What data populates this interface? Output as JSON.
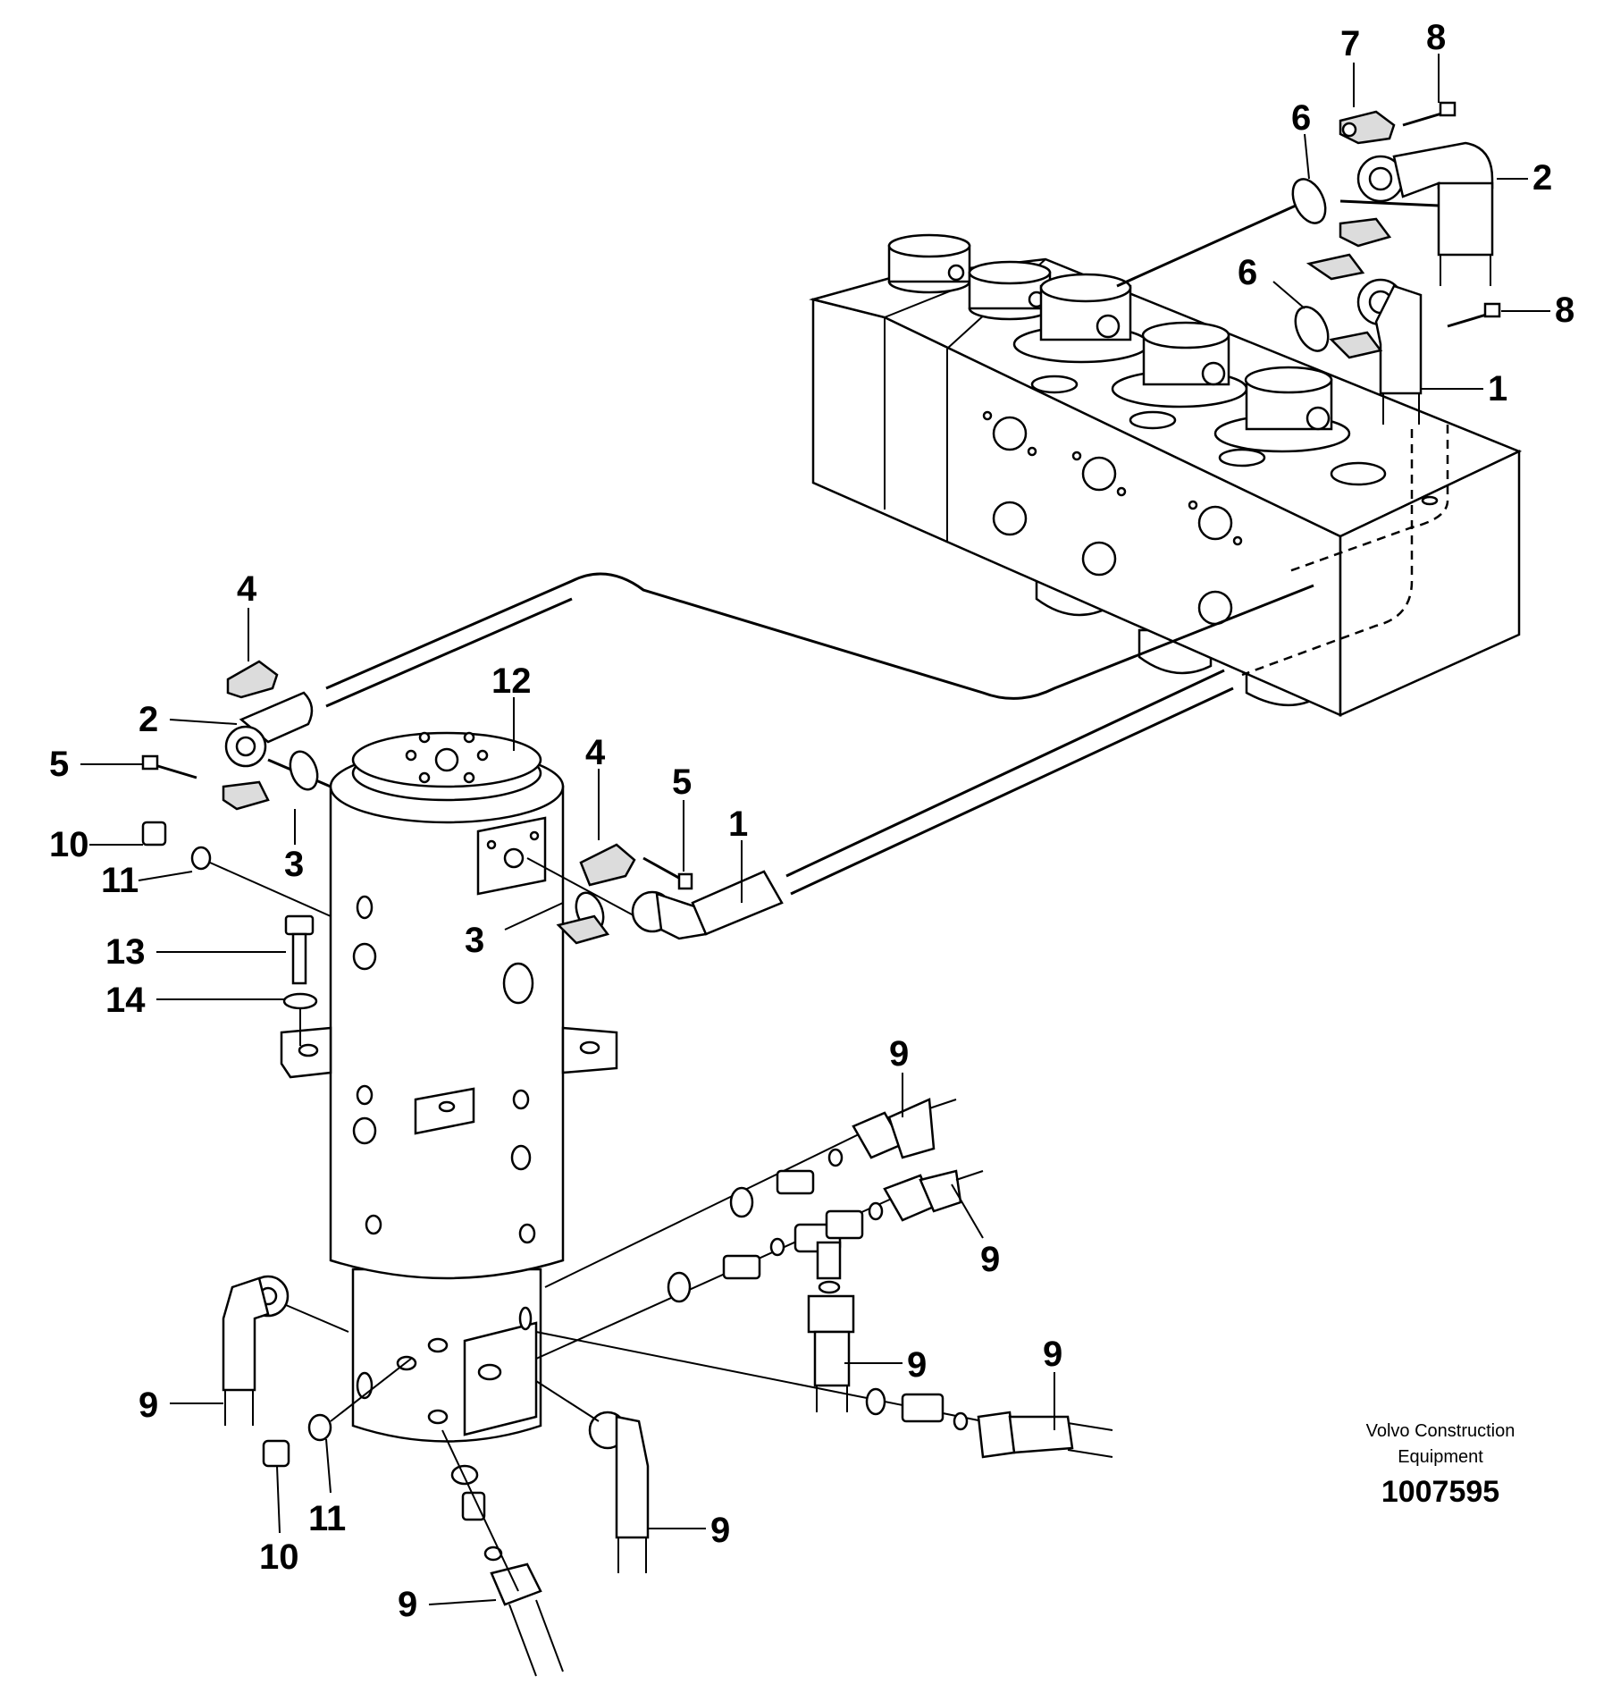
{
  "callouts": [
    {
      "id": "c7",
      "text": "7"
    },
    {
      "id": "c8a",
      "text": "8"
    },
    {
      "id": "c6a",
      "text": "6"
    },
    {
      "id": "c2a",
      "text": "2"
    },
    {
      "id": "c6b",
      "text": "6"
    },
    {
      "id": "c8b",
      "text": "8"
    },
    {
      "id": "c1a",
      "text": "1"
    },
    {
      "id": "c4a",
      "text": "4"
    },
    {
      "id": "c12",
      "text": "12"
    },
    {
      "id": "c2b",
      "text": "2"
    },
    {
      "id": "c5a",
      "text": "5"
    },
    {
      "id": "c4b",
      "text": "4"
    },
    {
      "id": "c5b",
      "text": "5"
    },
    {
      "id": "c1b",
      "text": "1"
    },
    {
      "id": "c3a",
      "text": "3"
    },
    {
      "id": "c10a",
      "text": "10"
    },
    {
      "id": "c11a",
      "text": "11"
    },
    {
      "id": "c3b",
      "text": "3"
    },
    {
      "id": "c13",
      "text": "13"
    },
    {
      "id": "c14",
      "text": "14"
    },
    {
      "id": "c9a",
      "text": "9"
    },
    {
      "id": "c9b",
      "text": "9"
    },
    {
      "id": "c9c",
      "text": "9"
    },
    {
      "id": "c9d",
      "text": "9"
    },
    {
      "id": "c9e",
      "text": "9"
    },
    {
      "id": "c9f",
      "text": "9"
    },
    {
      "id": "c9g",
      "text": "9"
    },
    {
      "id": "c11b",
      "text": "11"
    },
    {
      "id": "c10b",
      "text": "10"
    }
  ],
  "credit": {
    "line1": "Volvo Construction",
    "line2": "Equipment",
    "doc_number": "1007595"
  }
}
